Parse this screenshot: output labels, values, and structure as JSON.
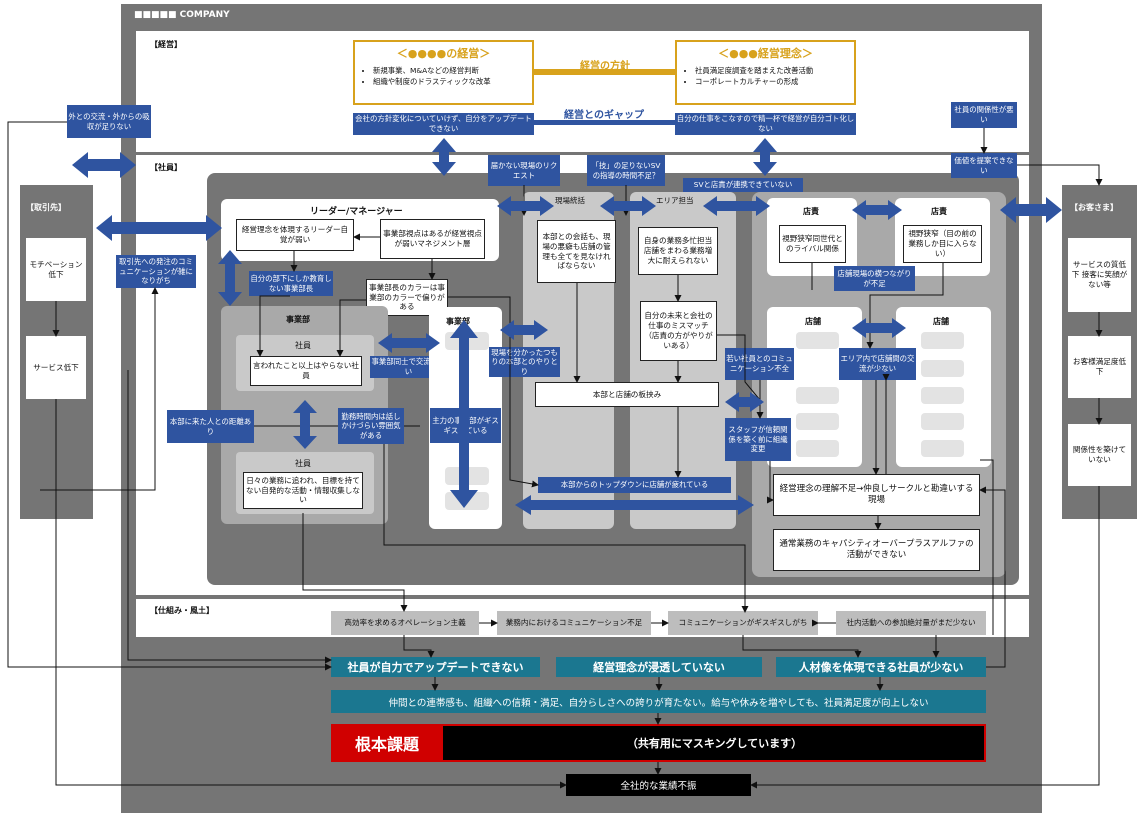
{
  "company_label": "■■■■■ COMPANY",
  "sections": {
    "management": "【経営】",
    "employees": "【社員】",
    "clients": "【取引先】",
    "customers": "【お客さま】",
    "systems": "【仕組み・風土】"
  },
  "management": {
    "left_title": "＜●●●●の経営＞",
    "left_items": [
      "新規事業、M&Aなどの経営判断",
      "組織や制度のドラスティックな改革"
    ],
    "right_title": "＜●●●経営理念＞",
    "right_items": [
      "社員満足度調査を踏まえた改善活動",
      "コーポレートカルチャーの形成"
    ],
    "policy": "経営の方針",
    "gap": "経営とのギャップ",
    "gap_left": "会社の方針変化についていけず、自分をアップデートできない",
    "gap_right": "自分の仕事をこなすので精一杯で経営が自分ゴト化しない"
  },
  "outer_blue": {
    "outside": "外との交流・外からの吸収が足りない",
    "relation_bad": "社員の関係性が悪い",
    "value_proposal": "価値を提案できない",
    "client_comm": "取引先への発注のコミュニケーションが雑になりがち"
  },
  "clients": {
    "motivation": "モチベーション低下",
    "service": "サービス低下"
  },
  "customers": {
    "quality": "サービスの質低下 接客に笑顔がない等",
    "satisfaction": "お客様満足度低下",
    "relationship": "関係性を築けていない"
  },
  "leaders": {
    "title": "リーダー/マネージャー",
    "b1": "経営理念を体現するリーダー自覚が弱い",
    "b2": "事業部視点はあるが経営視点が弱いマネジメント層",
    "b3": "事業部長のカラーは事業部のカラーで偏りがある",
    "blue1": "自分の部下にしか教育しない事業部長"
  },
  "division": {
    "label1": "事業部",
    "label2": "事業部",
    "emp1": "社員",
    "emp2": "社員",
    "b1": "言われたこと以上はやらない社員",
    "b2": "日々の業務に追われ、目標を持てない自発的な活動・情報収集しない",
    "blue_div": "事業部同士で交流がない",
    "blue_hq": "本部に来た人との距離あり",
    "blue_work": "勤務時間内は話しかけづらい雰囲気がある",
    "blue_main": "主力の事業部がギスギスしている"
  },
  "middle": {
    "req": "届かない現場のリクエスト",
    "sv": "「技」の足りないSVの指導の時間不足？",
    "sv_store": "SVと店責が連携できていない",
    "label_tokatsu": "現場統括",
    "label_area": "エリア担当",
    "b_hq": "本部との会話も、現場の悪癖も店舗の管理も全てを見なければならない",
    "b_self": "自身の業務多忙担当店舗をまわる業務増大に耐えられない",
    "b_mis": "自分の未来と会社の仕事のミスマッチ（店責の方がやりがいある）",
    "b_sand": "本部と店舗の板挟み",
    "blue_field": "現場を分かったつもりの本部とのやりとり",
    "blue_topdown": "本部からのトップダウンに店舗が疲れている"
  },
  "stores": {
    "mgr1": "店責",
    "mgr2": "店責",
    "st1": "店舗",
    "st2": "店舗",
    "b_rival": "視野狭窄同世代とのライバル関係",
    "b_narrow": "視野狭窄（目の前の業務しか目に入らない）",
    "blue_link": "店舗現場の横つながりが不足",
    "blue_young": "若い社員とのコミュニケーション不全",
    "blue_area": "エリア内で店舗間の交流が少ない",
    "blue_staff": "スタッフが信頼関係を築く前に組織変更",
    "b_philo": "経営理念の理解不足→仲良しサークルと勘違いする現場",
    "b_cap": "通常業務のキャパシティオーバープラスアルファの活動ができない"
  },
  "systems": {
    "g1": "高効率を求めるオペレーション主義",
    "g2": "業務内におけるコミュニケーション不足",
    "g3": "コミュニケーションがギスギスしがち",
    "g4": "社内活動への参加絶対量がまだ少ない"
  },
  "issues": {
    "t1": "社員が自力でアップデートできない",
    "t2": "経営理念が浸透していない",
    "t3": "人材像を体現できる社員が少ない",
    "bar": "仲間との連帯感も、組織への信頼・満足、自分らしさへの誇りが育たない。給与や休みを増やしても、社員満足度が向上しない",
    "root": "根本課題",
    "masked": "（共有用にマスキングしています）",
    "result": "全社的な業績不振"
  },
  "colors": {
    "blue": "#2f54a0",
    "teal": "#1b7790",
    "gold": "#d8a21c",
    "red": "#d00000"
  }
}
